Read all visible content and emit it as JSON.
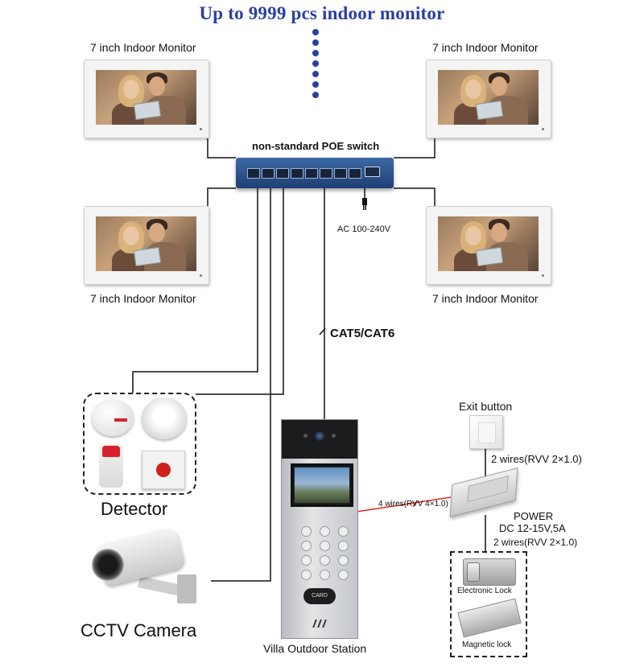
{
  "header": {
    "title": "Up to 9999 pcs indoor monitor"
  },
  "monitors": [
    {
      "label": "7 inch Indoor Monitor"
    },
    {
      "label": "7 inch Indoor Monitor"
    },
    {
      "label": "7 inch Indoor Monitor"
    },
    {
      "label": "7 inch Indoor Monitor"
    }
  ],
  "switch": {
    "label": "non-standard POE switch",
    "power": "AC 100-240V"
  },
  "cable": {
    "label": "CAT5/CAT6"
  },
  "detector": {
    "label": "Detector"
  },
  "camera": {
    "label": "CCTV Camera"
  },
  "station": {
    "label": "Villa Outdoor Station",
    "card_text": "CARD"
  },
  "exit_button": {
    "label": "Exit button",
    "wires": "2 wires(RVV 2×1.0)"
  },
  "power": {
    "title": "POWER",
    "spec": "DC 12-15V,5A",
    "wires_out": "2 wires(RVV 2×1.0)"
  },
  "station_wires": {
    "label": "4 wires(RVV 4×1.0)"
  },
  "locks": {
    "electronic": "Electronic Lock",
    "magnetic": "Magnetic lock"
  },
  "colors": {
    "title": "#2b3fa3",
    "switch": "#2f568f",
    "red_wire": "#e0261f"
  }
}
